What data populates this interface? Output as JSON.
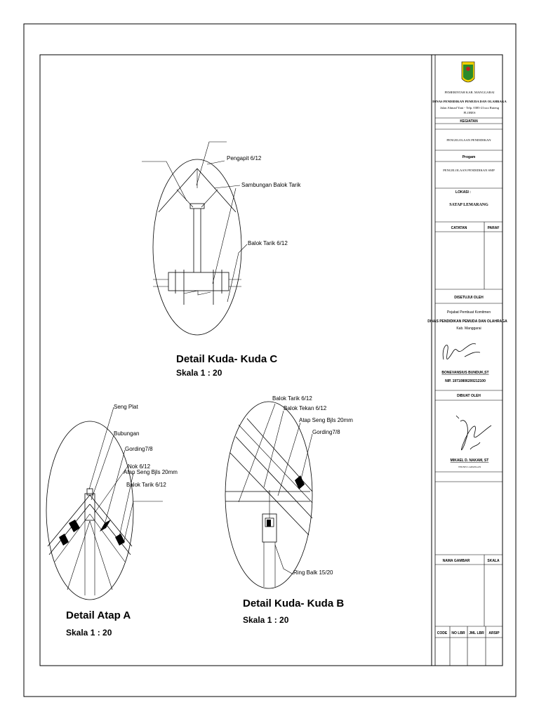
{
  "drawings": {
    "kuda_c": {
      "title": "Detail Kuda- Kuda C",
      "scale": "Skala 1 : 20",
      "labels": [
        "Pengapit 6/12",
        "Sambungan Balok Tarik",
        "Balok Tarik 6/12"
      ]
    },
    "atap_a": {
      "title": "Detail Atap A",
      "scale": "Skala 1 : 20",
      "labels": [
        "Seng Plat",
        "Bubungan",
        "Gording7/8",
        "Nok 6/12",
        "Atap Seng Bjls 20mm",
        "Balok Tarik 6/12"
      ]
    },
    "kuda_b": {
      "title": "Detail Kuda- Kuda B",
      "scale": "Skala 1 : 20",
      "labels": [
        "Balok Tarik 6/12",
        "Balok Tekan 6/12",
        "Atap Seng Bjls 20mm",
        "Gording7/8",
        "Ring Balk 15/20"
      ]
    }
  },
  "title_block": {
    "org_line1": "PEMERINTAH KAB. MANGGARAI",
    "org_line2": "DINAS PENDIDIKAN PEMUDA DAN OLAHRAGA",
    "org_line3": "Jalan Ahmad Yani - Telp. 0385-21xxx Ruteng",
    "org_line4": "FLORES",
    "kegiatan_head": "KEGIATAN",
    "kegiatan_value": "PENGELOLAAN PENDIDIKAN",
    "program_head": "Progam",
    "program_value": "PENGELOLAAN PENDIDIKAN SMP",
    "lokasi_head": "LOKASI :",
    "lokasi_value": "SATAP LEMARANG",
    "catatan": "CATATAN",
    "paraf": "PARAF",
    "disetujui": "DISETUJUI OLEH",
    "pejabat": "Pejabat Pembuat Komitmen",
    "dinas": "DINAS PENDIDIKAN PEMUDA DAN OLAHRAGA",
    "kab": "Kab. Manggarai",
    "approver_name": "BONEVANSIUS BUNDUK,ST",
    "approver_nip": "NIP. 19710806200212100",
    "dibuat": "DIBUAT OLEH",
    "maker_name": "MIKAEL D. NAKAM, ST",
    "maker_role": "TEKNIS LAPANGAN",
    "nama_gambar": "NAMA GAMBAR",
    "skala": "SKALA",
    "code": "CODE",
    "no_lbr": "NO LBR",
    "jml_lbr": "JML LBR",
    "arsip": "ARSIP"
  }
}
